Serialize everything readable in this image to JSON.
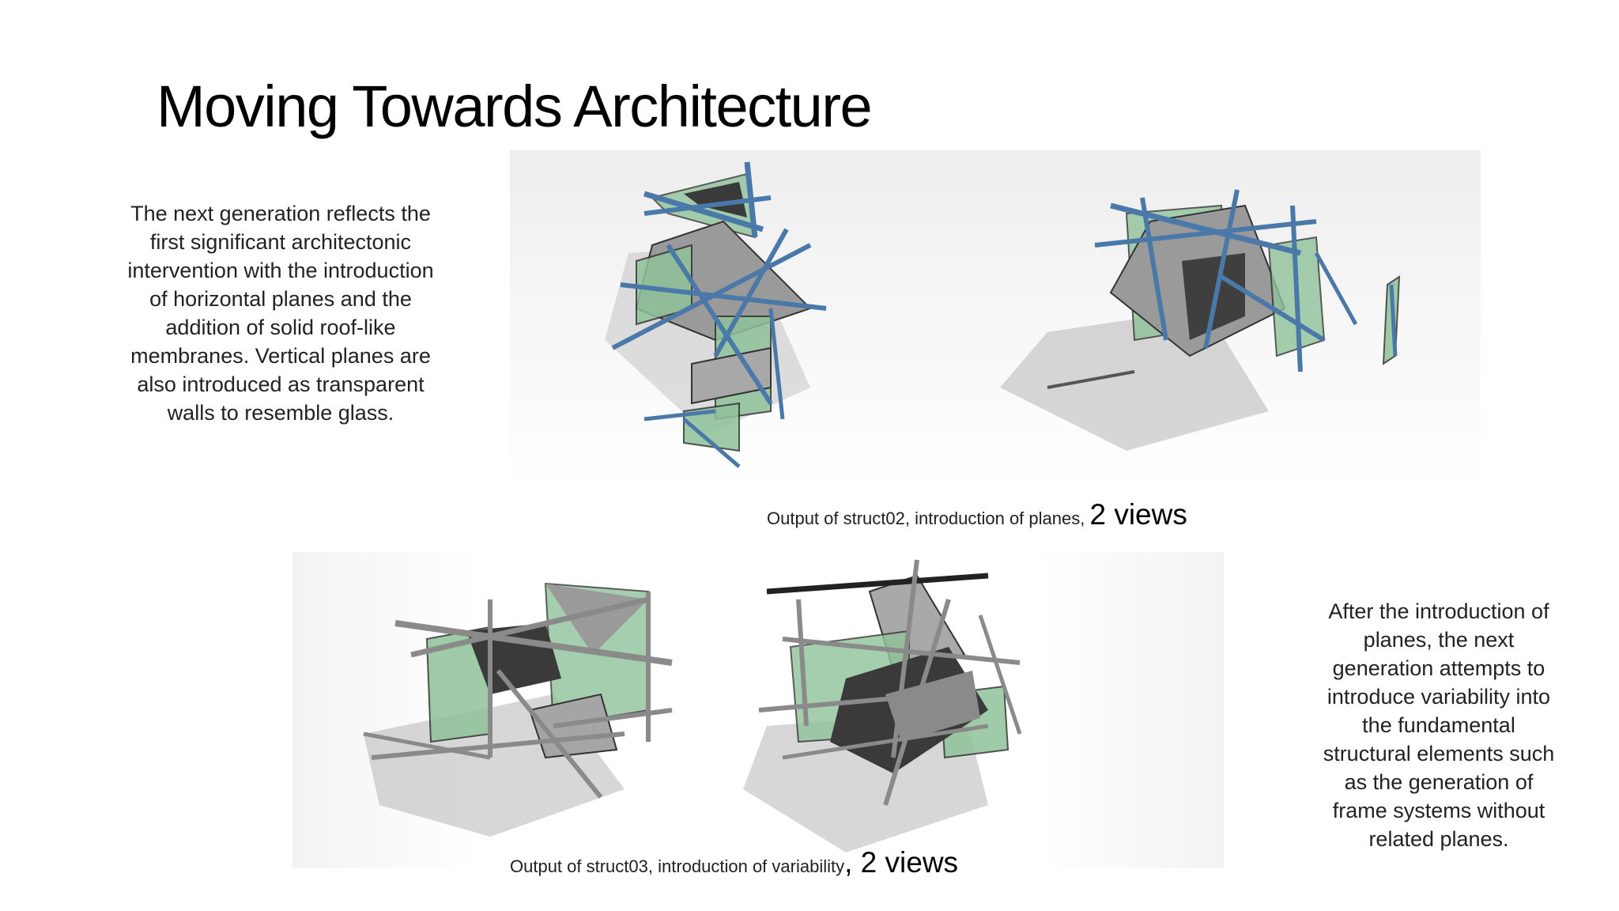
{
  "slide": {
    "title": "Moving Towards Architecture",
    "left_paragraph": "The next generation reflects the first significant architectonic intervention with the introduction of horizontal planes and the addition of solid roof-like membranes. Vertical planes are also introduced as transparent walls to resemble glass.",
    "right_paragraph": "After the introduction of planes, the next generation attempts to introduce variability into the fundamental structural elements such as the generation of frame systems without related planes.",
    "top_caption": {
      "text": "Output of struct02, introduction of planes,",
      "emphasis": "2 views"
    },
    "bottom_caption": {
      "text": "Output of struct03, introduction of variability",
      "emphasis": ", 2 views"
    }
  },
  "colors": {
    "frame_blue": "#4a78a8",
    "glass_green": "#8fc29a",
    "membrane_grey": "#9a9a9a",
    "shadow_grey": "#b5b5b5"
  }
}
